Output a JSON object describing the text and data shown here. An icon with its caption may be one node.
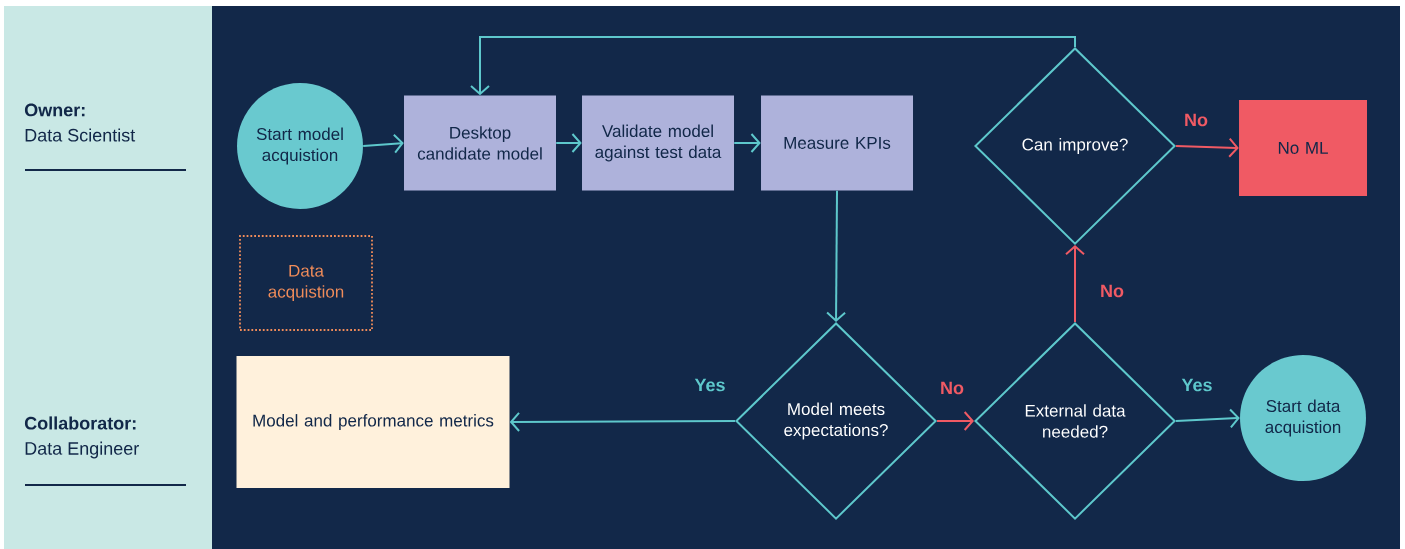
{
  "diagram": {
    "nodes": [
      {
        "text": [
          "Start model acquistion"
        ]
      },
      {
        "text": [
          "Desktop candidate model"
        ]
      },
      {
        "text": [
          "Validate model against test data"
        ]
      },
      {
        "text": [
          "Measure KPIs"
        ]
      },
      {
        "text": [
          "Can improve?"
        ]
      },
      {
        "text": [
          "No ML"
        ]
      },
      {
        "text": [
          "Data acquistion"
        ]
      },
      {
        "text": [
          "Model and performance metrics"
        ]
      },
      {
        "text": [
          "Model meets expectations?"
        ]
      },
      {
        "text": [
          "External data needed?"
        ]
      },
      {
        "text": [
          "Start data acquistion"
        ]
      }
    ],
    "edges": [
      {
        "from": 0,
        "to": 1,
        "arrow": "to"
      },
      {
        "from": 1,
        "to": 2,
        "arrow": "to"
      },
      {
        "from": 2,
        "to": 3,
        "arrow": "to"
      },
      {
        "from": 3,
        "to": 8,
        "arrow": "to"
      },
      {
        "from": 8,
        "to": 7,
        "arrow": "to",
        "label": "Yes"
      },
      {
        "from": 8,
        "to": 9,
        "arrow": "to",
        "label": "No",
        "color": "#f05a64"
      },
      {
        "from": 9,
        "to": 10,
        "arrow": "to",
        "label": "Yes"
      },
      {
        "from": 9,
        "to": 4,
        "arrow": "to",
        "label": "No",
        "color": "#f05a64"
      },
      {
        "from": 4,
        "to": 5,
        "arrow": "to",
        "label": "No",
        "color": "#f05a64"
      },
      {
        "from": 4,
        "to": 1,
        "arrow": "to"
      }
    ],
    "labels": [
      "Owner:",
      "Data Scientist",
      "Collaborator:",
      "Data Engineer"
    ]
  }
}
